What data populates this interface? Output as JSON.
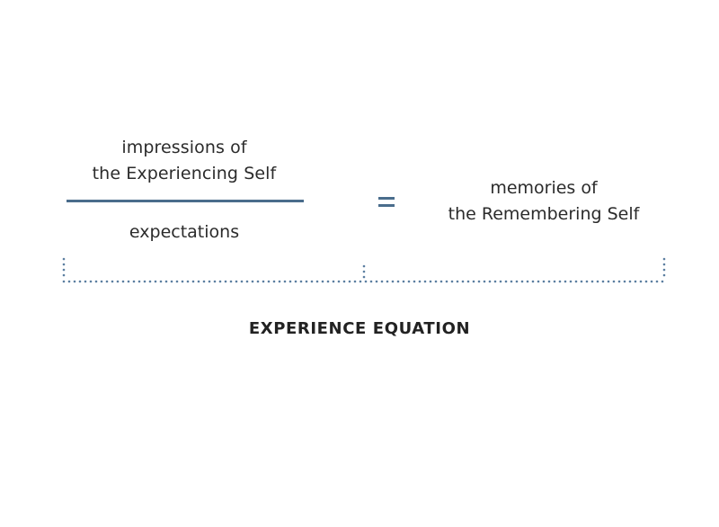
{
  "equation": {
    "numerator": {
      "line1": "impressions of",
      "line2": "the Experiencing Self"
    },
    "denominator": "expectations",
    "operator": "=",
    "result": {
      "line1": "memories of",
      "line2": "the Remembering Self"
    }
  },
  "caption": "EXPERIENCE EQUATION",
  "colors": {
    "accent": "#4a6d8c",
    "dots": "#5b7ea0",
    "text": "#2b2b2b"
  }
}
